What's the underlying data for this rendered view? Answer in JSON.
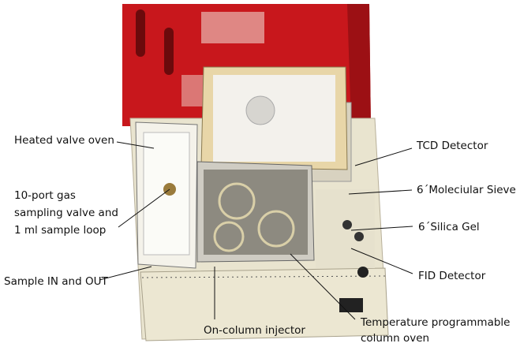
{
  "labels": {
    "heated_valve_oven": "Heated valve oven",
    "sampling_valve_line1": "10-port gas",
    "sampling_valve_line2": "sampling valve and",
    "sampling_valve_line3": "1 ml sample loop",
    "sample_in_out": "Sample IN and OUT",
    "on_column_injector": "On-column injector",
    "column_oven_line1": "Temperature programmable",
    "column_oven_line2": "column oven",
    "tcd_detector": "TCD Detector",
    "molecular_sieve": "6´Moleciular Sieve",
    "silica_gel": "6´Silica Gel",
    "fid_detector": "FID Detector"
  },
  "colors": {
    "lid": "#c8171c",
    "body": "#e9e4cf",
    "oven_lid": "#e8d6a8"
  }
}
